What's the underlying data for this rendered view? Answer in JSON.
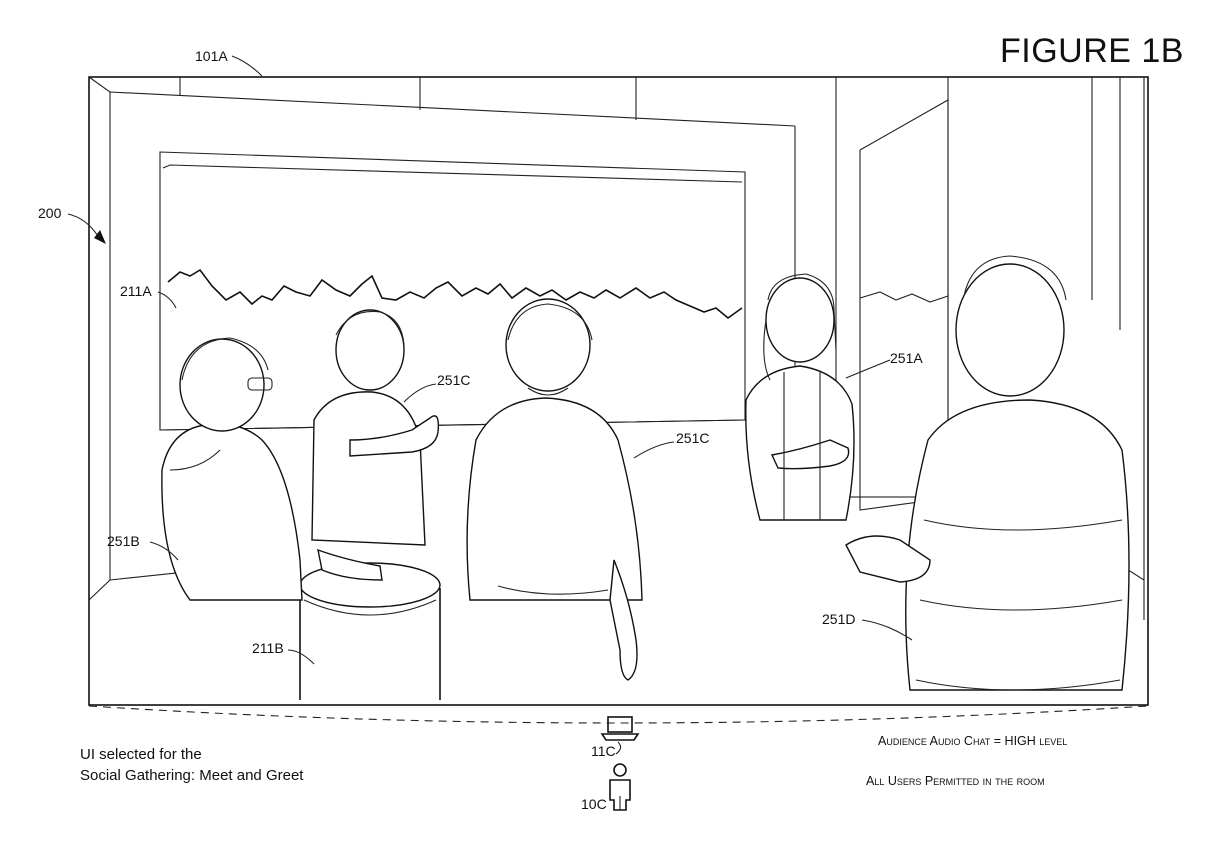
{
  "figure_title": "FIGURE 1B",
  "labels": {
    "screen": "101A",
    "environment": "200",
    "window_scene": "211A",
    "table": "211B",
    "avatar_a": "251A",
    "avatar_b": "251B",
    "avatar_c_left": "251C",
    "avatar_c_right": "251C",
    "avatar_d": "251D",
    "device": "11C",
    "user": "10C"
  },
  "caption": {
    "line1": "UI selected for the",
    "line2": "Social Gathering: Meet and Greet"
  },
  "settings": {
    "audio_chat": "Audience Audio Chat = HIGH level",
    "permissions": "All Users Permitted in the room"
  }
}
